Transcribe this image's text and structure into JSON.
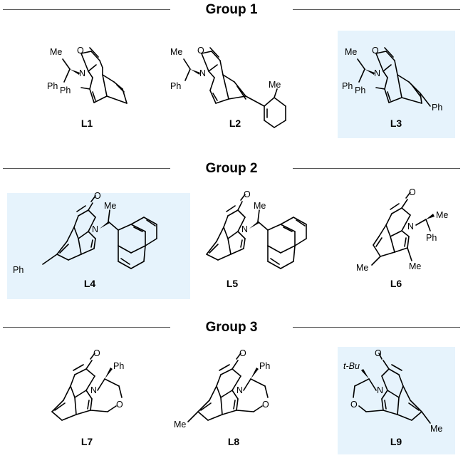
{
  "groups": [
    {
      "title": "Group 1"
    },
    {
      "title": "Group 2"
    },
    {
      "title": "Group 3"
    }
  ],
  "ligands": [
    {
      "label": "L1",
      "highlighted": false,
      "substituents": [
        "Me",
        "Ph",
        "Ph",
        "N",
        "O"
      ]
    },
    {
      "label": "L2",
      "highlighted": false,
      "substituents": [
        "Me",
        "Ph",
        "N",
        "O",
        "Me"
      ]
    },
    {
      "label": "L3",
      "highlighted": true,
      "substituents": [
        "Me",
        "Ph",
        "Ph",
        "N",
        "O",
        "Ph"
      ]
    },
    {
      "label": "L4",
      "highlighted": true,
      "substituents": [
        "Me",
        "N",
        "O",
        "Ph"
      ]
    },
    {
      "label": "L5",
      "highlighted": false,
      "substituents": [
        "Me",
        "N",
        "O"
      ]
    },
    {
      "label": "L6",
      "highlighted": false,
      "substituents": [
        "Me",
        "Ph",
        "N",
        "O",
        "Me",
        "Me"
      ]
    },
    {
      "label": "L7",
      "highlighted": false,
      "substituents": [
        "Ph",
        "N",
        "O",
        "O"
      ]
    },
    {
      "label": "L8",
      "highlighted": false,
      "substituents": [
        "Ph",
        "N",
        "O",
        "O",
        "Me"
      ]
    },
    {
      "label": "L9",
      "highlighted": true,
      "substituents": [
        "t-Bu",
        "N",
        "O",
        "O",
        "Me"
      ]
    }
  ],
  "colors": {
    "highlight": "#e6f3fc",
    "rule": "#555555"
  }
}
